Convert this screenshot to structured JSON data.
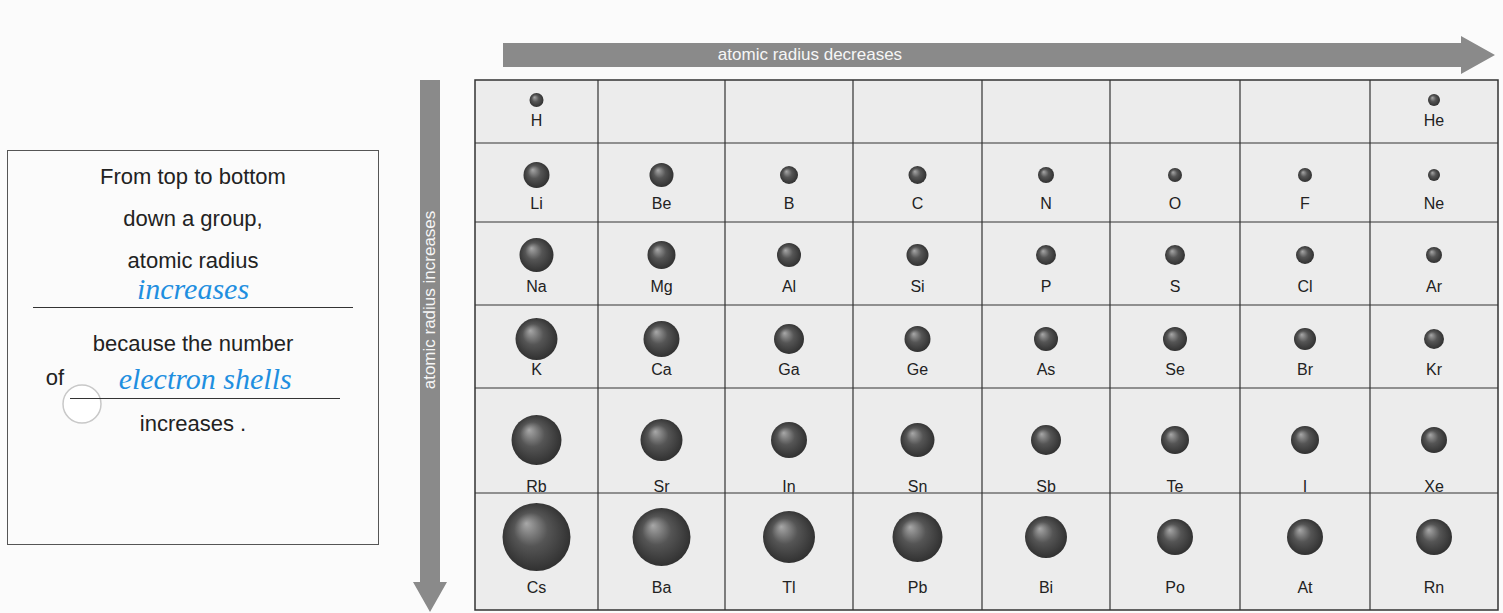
{
  "diagram": {
    "nodes": [
      {
        "text": [
          "atomic radius decreases"
        ]
      },
      {
        "text": [
          "From top to bottom down a group, atomic radius",
          "increases",
          "because the number",
          "of",
          "electron shells",
          "increases ."
        ]
      },
      {
        "text": [
          "atomic radius increases"
        ]
      }
    ],
    "labels": [
      "H",
      "He",
      "Li",
      "Be",
      "B",
      "C",
      "N",
      "O",
      "F",
      "Ne",
      "Na",
      "Mg",
      "Al",
      "Si",
      "P",
      "S",
      "Cl",
      "Ar",
      "K",
      "Ca",
      "Ga",
      "Ge",
      "As",
      "Se",
      "Br",
      "Kr",
      "Rb",
      "Sr",
      "In",
      "Sn",
      "Sb",
      "Te",
      "I",
      "Xe",
      "Cs",
      "Ba",
      "Tl",
      "Pb",
      "Bi",
      "Po",
      "At",
      "Rn"
    ]
  }
}
